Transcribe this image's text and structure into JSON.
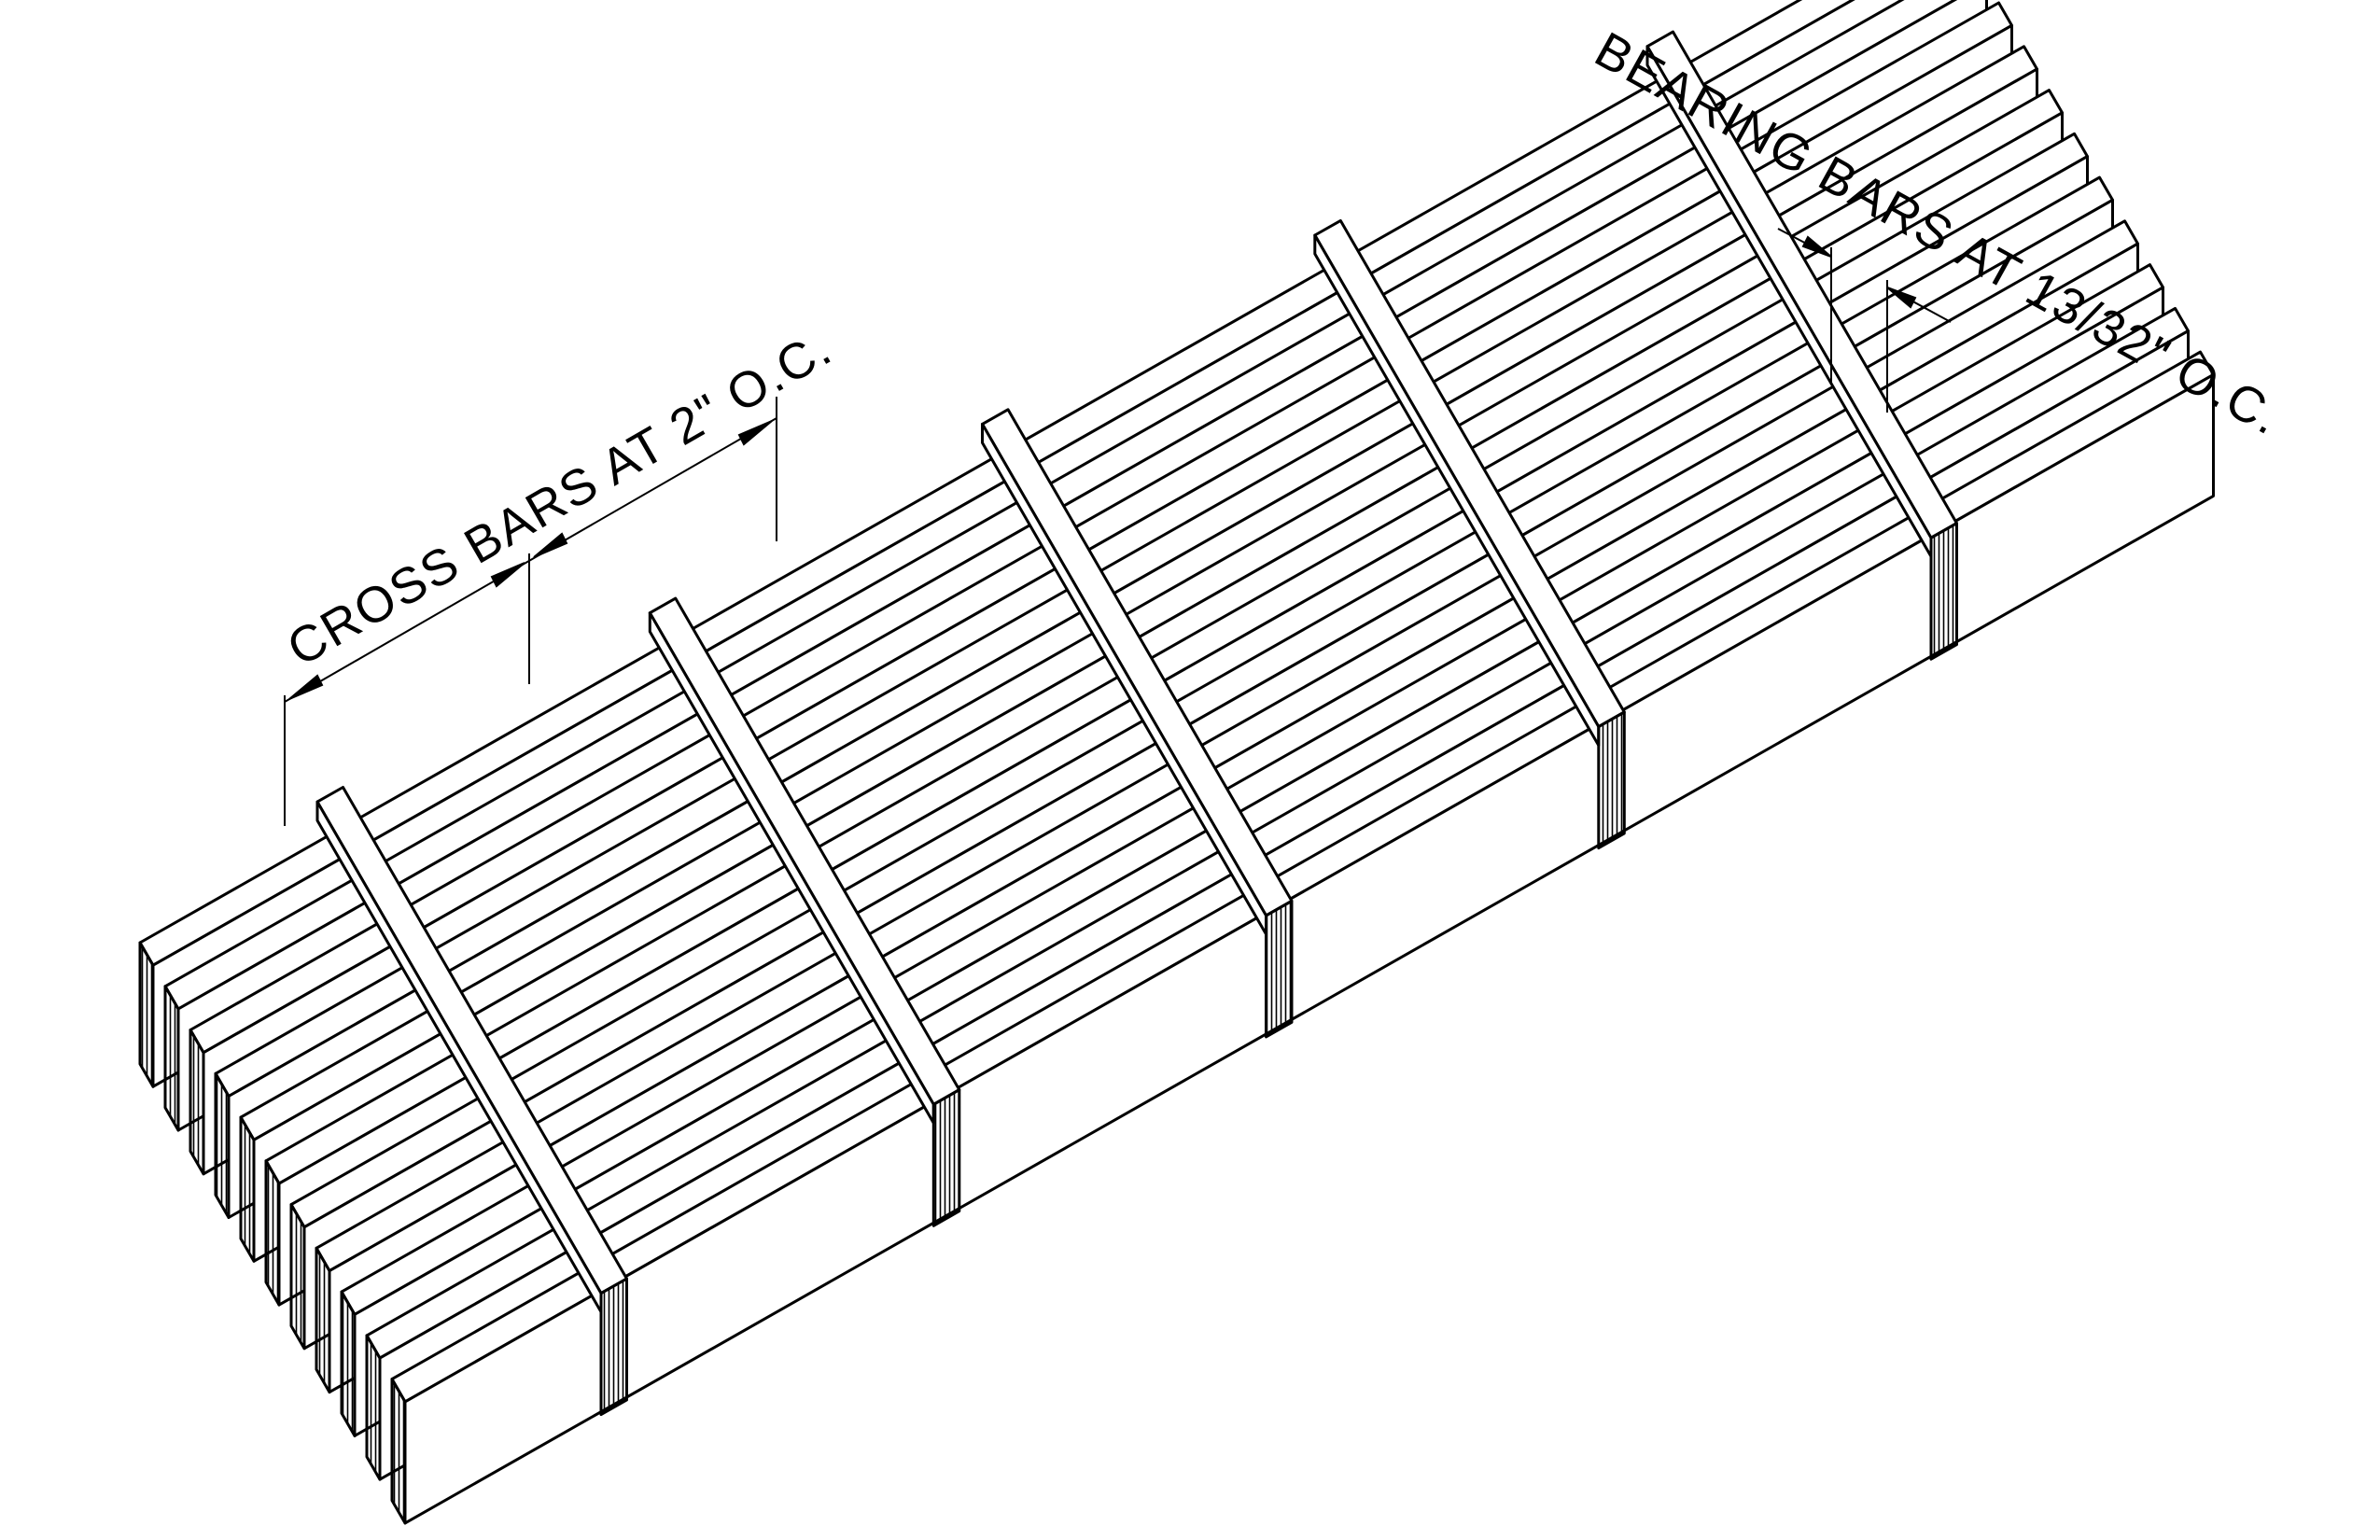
{
  "labels": {
    "cross_bars": "CROSS BARS AT 2\" O.C.",
    "bearing_bars": "BEARING BARS AT 13/32\" O.C."
  },
  "grating": {
    "bearing_bar_count": 11,
    "cross_bar_count": 5
  },
  "colors": {
    "line": "#000000",
    "background": "#ffffff"
  }
}
